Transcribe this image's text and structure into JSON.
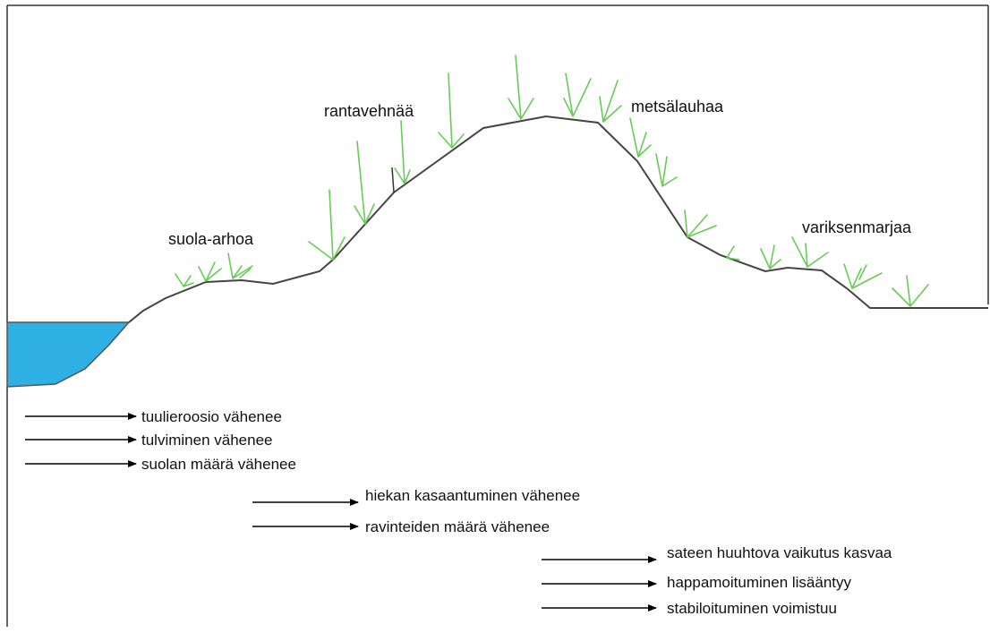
{
  "plant_labels": {
    "rantavehnaa": "rantavehnää",
    "metsalauhaa": "metsälauhaa",
    "suola_arhoa": "suola-arhoa",
    "variksenmarjaa": "variksenmarjaa"
  },
  "arrows": [
    "tuulieroosio vähenee",
    "tulviminen vähenee",
    "suolan määrä vähenee",
    "hiekan kasaantuminen vähenee",
    "ravinteiden määrä vähenee",
    "sateen huuhtova vaikutus kasvaa",
    "happamoituminen lisääntyy",
    "stabiloituminen voimistuu"
  ],
  "colors": {
    "water": "#2eb0e4",
    "plants": "#66cc55",
    "profile": "#444444",
    "frame": "#333333"
  }
}
